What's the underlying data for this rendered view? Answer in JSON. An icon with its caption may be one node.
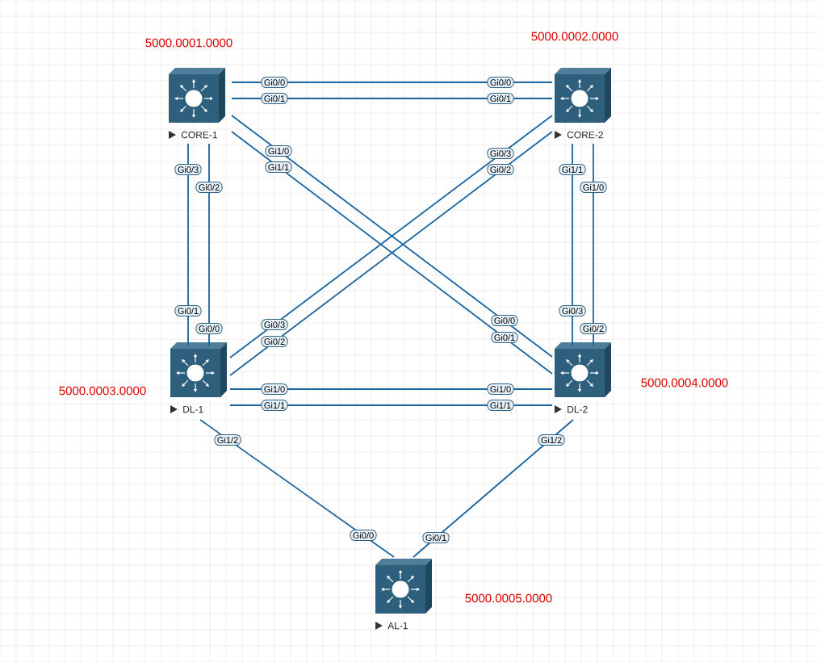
{
  "diagram": {
    "nodes": [
      {
        "text": [
          "CORE-1"
        ],
        "beside": [
          "5000.0001.0000"
        ]
      },
      {
        "text": [
          "CORE-2"
        ],
        "beside": [
          "5000.0002.0000"
        ]
      },
      {
        "text": [
          "DL-1"
        ],
        "beside": [
          "5000.0003.0000"
        ]
      },
      {
        "text": [
          "DL-2"
        ],
        "beside": [
          "5000.0004.0000"
        ]
      },
      {
        "text": [
          "AL-1"
        ],
        "beside": [
          "5000.0005.0000"
        ]
      }
    ],
    "edges": [
      {
        "from": 0,
        "to": 1,
        "arrow": "none"
      },
      {
        "from": 0,
        "to": 1,
        "arrow": "none"
      },
      {
        "from": 0,
        "to": 3,
        "arrow": "none"
      },
      {
        "from": 0,
        "to": 3,
        "arrow": "none"
      },
      {
        "from": 1,
        "to": 2,
        "arrow": "none"
      },
      {
        "from": 1,
        "to": 2,
        "arrow": "none"
      },
      {
        "from": 0,
        "to": 2,
        "arrow": "none"
      },
      {
        "from": 0,
        "to": 2,
        "arrow": "none"
      },
      {
        "from": 1,
        "to": 3,
        "arrow": "none"
      },
      {
        "from": 1,
        "to": 3,
        "arrow": "none"
      },
      {
        "from": 2,
        "to": 3,
        "arrow": "none"
      },
      {
        "from": 2,
        "to": 3,
        "arrow": "none"
      },
      {
        "from": 2,
        "to": 4,
        "arrow": "none"
      },
      {
        "from": 3,
        "to": 4,
        "arrow": "none"
      }
    ],
    "labels": [
      "Gi0/0",
      "Gi0/0",
      "Gi0/1",
      "Gi0/1",
      "Gi1/0",
      "Gi0/3",
      "Gi0/3",
      "Gi1/1",
      "Gi0/2",
      "Gi1/1",
      "Gi0/2",
      "Gi1/0",
      "Gi0/1",
      "Gi0/3",
      "Gi0/0",
      "Gi0/3",
      "Gi0/0",
      "Gi0/2",
      "Gi0/2",
      "Gi0/1",
      "Gi1/0",
      "Gi1/0",
      "Gi1/1",
      "Gi1/1",
      "Gi1/2",
      "Gi1/2",
      "Gi0/0",
      "Gi0/1"
    ]
  }
}
